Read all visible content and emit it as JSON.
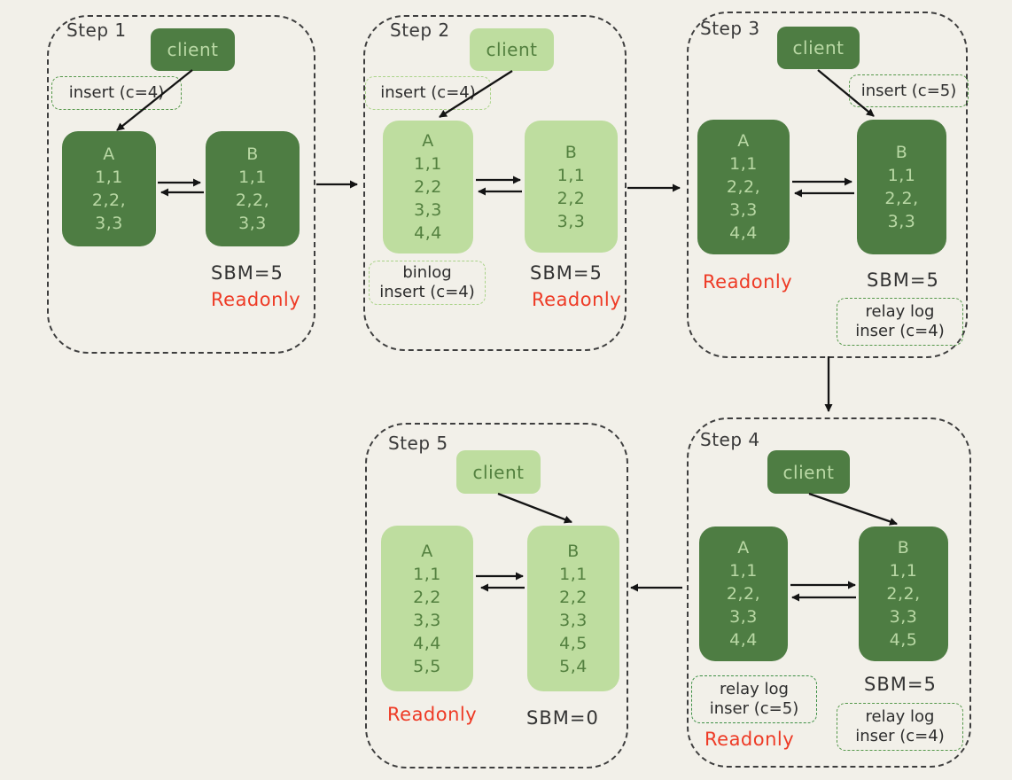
{
  "colors": {
    "background": "#f2f0e9",
    "node_dark_green": "#4e7d43",
    "node_light_green": "#bedd9f",
    "text_on_dark": "#b9d8a4",
    "text_on_light": "#53803f",
    "readonly_red": "#ee3a25",
    "ink": "#333333",
    "annotation_border_medium": "#55984a",
    "annotation_border_light": "#aad389",
    "annotation_border_dark": "#3f9046",
    "panel_border": "#3e3e3e"
  },
  "steps": [
    {
      "label": "Step 1",
      "client_label": "client",
      "insert_label": "insert (c=4)",
      "node_a": {
        "title": "A",
        "rows": [
          "1,1",
          "2,2,",
          "3,3"
        ]
      },
      "node_b": {
        "title": "B",
        "rows": [
          "1,1",
          "2,2,",
          "3,3"
        ]
      },
      "sbm_label": "SBM=5",
      "readonly_label": "Readonly"
    },
    {
      "label": "Step 2",
      "client_label": "client",
      "insert_label": "insert (c=4)",
      "binlog_lines": [
        "binlog",
        "insert (c=4)"
      ],
      "node_a": {
        "title": "A",
        "rows": [
          "1,1",
          "2,2",
          "3,3",
          "4,4"
        ]
      },
      "node_b": {
        "title": "B",
        "rows": [
          "1,1",
          "2,2",
          "3,3"
        ]
      },
      "sbm_label": "SBM=5",
      "readonly_label": "Readonly"
    },
    {
      "label": "Step 3",
      "client_label": "client",
      "insert_label": "insert (c=5)",
      "relay_b_lines": [
        "relay log",
        "inser (c=4)"
      ],
      "node_a": {
        "title": "A",
        "rows": [
          "1,1",
          "2,2,",
          "3,3",
          "4,4"
        ]
      },
      "node_b": {
        "title": "B",
        "rows": [
          "1,1",
          "2,2,",
          "3,3"
        ]
      },
      "sbm_label": "SBM=5",
      "readonly_label": "Readonly"
    },
    {
      "label": "Step 4",
      "client_label": "client",
      "relay_a_lines": [
        "relay log",
        "inser (c=5)"
      ],
      "relay_b_lines": [
        "relay log",
        "inser (c=4)"
      ],
      "node_a": {
        "title": "A",
        "rows": [
          "1,1",
          "2,2,",
          "3,3",
          "4,4"
        ]
      },
      "node_b": {
        "title": "B",
        "rows": [
          "1,1",
          "2,2,",
          "3,3",
          "4,5"
        ]
      },
      "sbm_label": "SBM=5",
      "readonly_label": "Readonly"
    },
    {
      "label": "Step 5",
      "client_label": "client",
      "node_a": {
        "title": "A",
        "rows": [
          "1,1",
          "2,2",
          "3,3",
          "4,4",
          "5,5"
        ]
      },
      "node_b": {
        "title": "B",
        "rows": [
          "1,1",
          "2,2",
          "3,3",
          "4,5",
          "5,4"
        ]
      },
      "sbm_label": "SBM=0",
      "readonly_label": "Readonly"
    }
  ]
}
